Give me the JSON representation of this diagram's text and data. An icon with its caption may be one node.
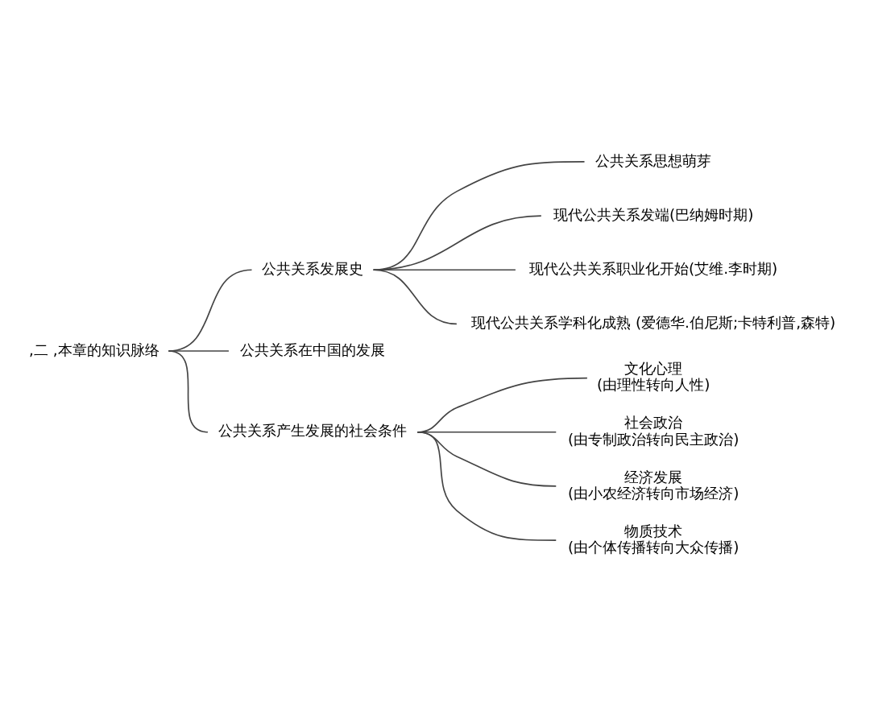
{
  "diagram": {
    "nodes": [
      {
        "text": [
          ",二 ,本章的知识脉络"
        ]
      },
      {
        "text": [
          "公共关系发展史"
        ]
      },
      {
        "text": [
          "公共关系在中国的发展"
        ]
      },
      {
        "text": [
          "公共关系产生发展的社会条件"
        ]
      },
      {
        "text": [
          "公共关系思想萌芽"
        ]
      },
      {
        "text": [
          "现代公共关系发端(巴纳姆时期)"
        ]
      },
      {
        "text": [
          "现代公共关系职业化开始(艾维.李时期)"
        ]
      },
      {
        "text": [
          "现代公共关系学科化成熟 (爱德华.伯尼斯;卡特利普,森特)"
        ]
      },
      {
        "text": [
          "文化心理",
          "(由理性转向人性)"
        ]
      },
      {
        "text": [
          "社会政治",
          "(由专制政治转向民主政治)"
        ]
      },
      {
        "text": [
          "经济发展",
          "(由小农经济转向市场经济)"
        ]
      },
      {
        "text": [
          "物质技术",
          "(由个体传播转向大众传播)"
        ]
      }
    ],
    "edges": [
      {
        "from": 0,
        "to": 1,
        "arrow": "none"
      },
      {
        "from": 0,
        "to": 2,
        "arrow": "none"
      },
      {
        "from": 0,
        "to": 3,
        "arrow": "none"
      },
      {
        "from": 1,
        "to": 4,
        "arrow": "none"
      },
      {
        "from": 1,
        "to": 5,
        "arrow": "none"
      },
      {
        "from": 1,
        "to": 6,
        "arrow": "none"
      },
      {
        "from": 1,
        "to": 7,
        "arrow": "none"
      },
      {
        "from": 3,
        "to": 8,
        "arrow": "none"
      },
      {
        "from": 3,
        "to": 9,
        "arrow": "none"
      },
      {
        "from": 3,
        "to": 10,
        "arrow": "none"
      },
      {
        "from": 3,
        "to": 11,
        "arrow": "none"
      }
    ]
  }
}
